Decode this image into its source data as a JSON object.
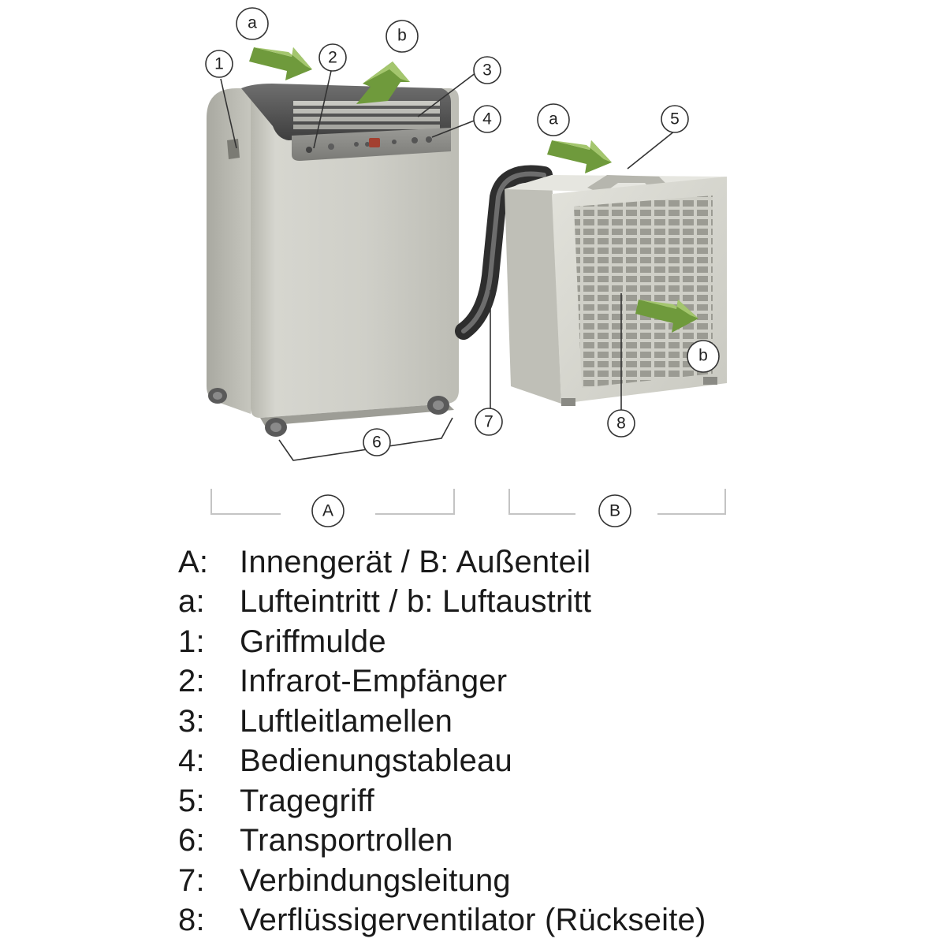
{
  "callouts": {
    "a_left": "a",
    "b_left": "b",
    "a_right": "a",
    "b_right": "b",
    "n1": "1",
    "n2": "2",
    "n3": "3",
    "n4": "4",
    "n5": "5",
    "n6": "6",
    "n7": "7",
    "n8": "8",
    "unit_a": "A",
    "unit_b": "B"
  },
  "colors": {
    "arrow_green": "#6f9a3c",
    "arrow_green_light": "#9fc26b",
    "body_silver": "#c8c8c0",
    "outdoor_grey": "#d9d9d2",
    "bracket_grey": "#bdbdbd"
  },
  "legend": [
    {
      "key": "A:",
      "desc": "Innengerät / B: Außenteil"
    },
    {
      "key": "a:",
      "desc": "Lufteintritt / b: Luftaustritt"
    },
    {
      "key": "1:",
      "desc": "Griffmulde"
    },
    {
      "key": "2:",
      "desc": "Infrarot-Empfänger"
    },
    {
      "key": "3:",
      "desc": "Luftleitlamellen"
    },
    {
      "key": "4:",
      "desc": "Bedienungstableau"
    },
    {
      "key": "5:",
      "desc": "Tragegriff"
    },
    {
      "key": "6:",
      "desc": "Transportrollen"
    },
    {
      "key": "7:",
      "desc": "Verbindungsleitung"
    },
    {
      "key": "8:",
      "desc": "Verflüssigerventilator (Rückseite)"
    }
  ]
}
